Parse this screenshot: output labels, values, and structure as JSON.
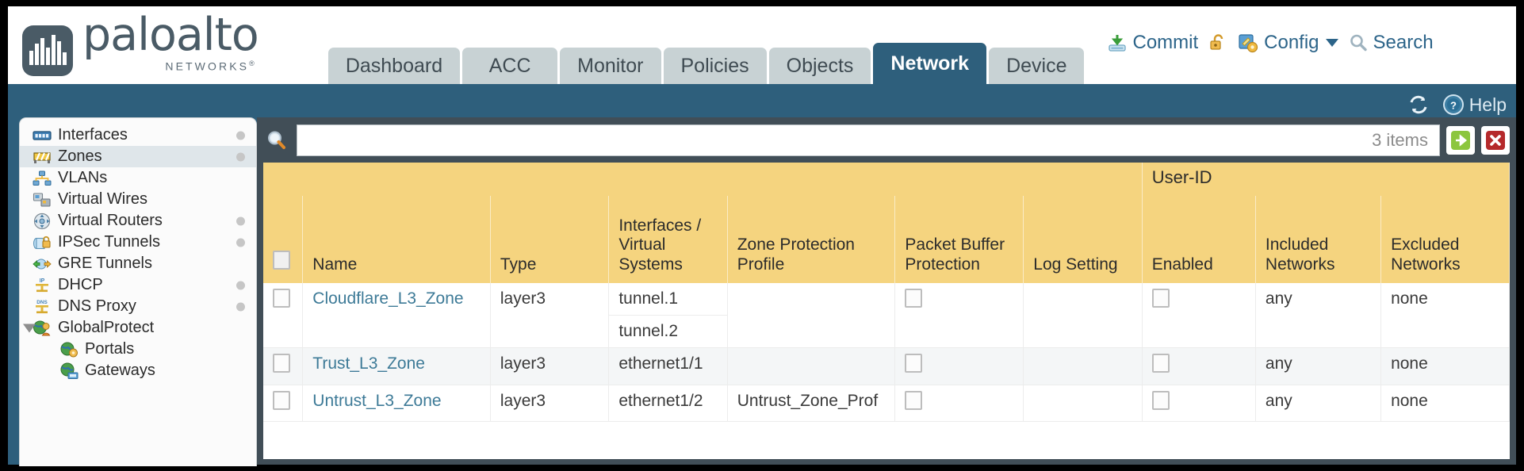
{
  "brand": {
    "name": "paloalto",
    "tagline": "NETWORKS",
    "registered": "®"
  },
  "tabs": [
    {
      "label": "Dashboard",
      "active": false
    },
    {
      "label": "ACC",
      "active": false
    },
    {
      "label": "Monitor",
      "active": false
    },
    {
      "label": "Policies",
      "active": false
    },
    {
      "label": "Objects",
      "active": false
    },
    {
      "label": "Network",
      "active": true
    },
    {
      "label": "Device",
      "active": false
    }
  ],
  "top_actions": {
    "commit": "Commit",
    "config": "Config",
    "search": "Search"
  },
  "help_row": {
    "help": "Help"
  },
  "sidebar": {
    "items": [
      {
        "label": "Interfaces",
        "icon": "interfaces-icon",
        "selected": false,
        "dot": true,
        "child": false,
        "expander": false
      },
      {
        "label": "Zones",
        "icon": "zones-icon",
        "selected": true,
        "dot": true,
        "child": false,
        "expander": false
      },
      {
        "label": "VLANs",
        "icon": "vlans-icon",
        "selected": false,
        "dot": false,
        "child": false,
        "expander": false
      },
      {
        "label": "Virtual Wires",
        "icon": "virtual-wires-icon",
        "selected": false,
        "dot": false,
        "child": false,
        "expander": false
      },
      {
        "label": "Virtual Routers",
        "icon": "virtual-routers-icon",
        "selected": false,
        "dot": true,
        "child": false,
        "expander": false
      },
      {
        "label": "IPSec Tunnels",
        "icon": "ipsec-tunnels-icon",
        "selected": false,
        "dot": true,
        "child": false,
        "expander": false
      },
      {
        "label": "GRE Tunnels",
        "icon": "gre-tunnels-icon",
        "selected": false,
        "dot": false,
        "child": false,
        "expander": false
      },
      {
        "label": "DHCP",
        "icon": "dhcp-icon",
        "selected": false,
        "dot": true,
        "child": false,
        "expander": false
      },
      {
        "label": "DNS Proxy",
        "icon": "dns-proxy-icon",
        "selected": false,
        "dot": true,
        "child": false,
        "expander": false
      },
      {
        "label": "GlobalProtect",
        "icon": "globalprotect-icon",
        "selected": false,
        "dot": false,
        "child": false,
        "expander": true
      },
      {
        "label": "Portals",
        "icon": "portals-icon",
        "selected": false,
        "dot": false,
        "child": true,
        "expander": false
      },
      {
        "label": "Gateways",
        "icon": "gateways-icon",
        "selected": false,
        "dot": false,
        "child": true,
        "expander": false
      }
    ]
  },
  "search": {
    "value": "",
    "placeholder": "",
    "item_count": "3 items",
    "apply_label": "apply-filter",
    "clear_label": "clear-filter"
  },
  "table": {
    "group_header": "User-ID",
    "columns": [
      "Name",
      "Type",
      "Interfaces / Virtual Systems",
      "Zone Protection Profile",
      "Packet Buffer Protection",
      "Log Setting",
      "Enabled",
      "Included Networks",
      "Excluded Networks"
    ],
    "rows": [
      {
        "name": "Cloudflare_L3_Zone",
        "type": "layer3",
        "interfaces": [
          "tunnel.1",
          "tunnel.2"
        ],
        "zone_protection_profile": "",
        "packet_buffer_protection": false,
        "log_setting": "",
        "userid_enabled": false,
        "included_networks": "any",
        "excluded_networks": "none"
      },
      {
        "name": "Trust_L3_Zone",
        "type": "layer3",
        "interfaces": [
          "ethernet1/1"
        ],
        "zone_protection_profile": "",
        "packet_buffer_protection": false,
        "log_setting": "",
        "userid_enabled": false,
        "included_networks": "any",
        "excluded_networks": "none"
      },
      {
        "name": "Untrust_L3_Zone",
        "type": "layer3",
        "interfaces": [
          "ethernet1/2"
        ],
        "zone_protection_profile": "Untrust_Zone_Prof",
        "packet_buffer_protection": false,
        "log_setting": "",
        "userid_enabled": false,
        "included_networks": "any",
        "excluded_networks": "none"
      }
    ]
  },
  "colors": {
    "brand_slate": "#4a5b66",
    "header_blue": "#2e5f7c",
    "table_header_yellow": "#f5d47f",
    "group_header_yellow": "#e6b94e",
    "link_blue": "#3d7a97",
    "panel_dark": "#414e57"
  }
}
